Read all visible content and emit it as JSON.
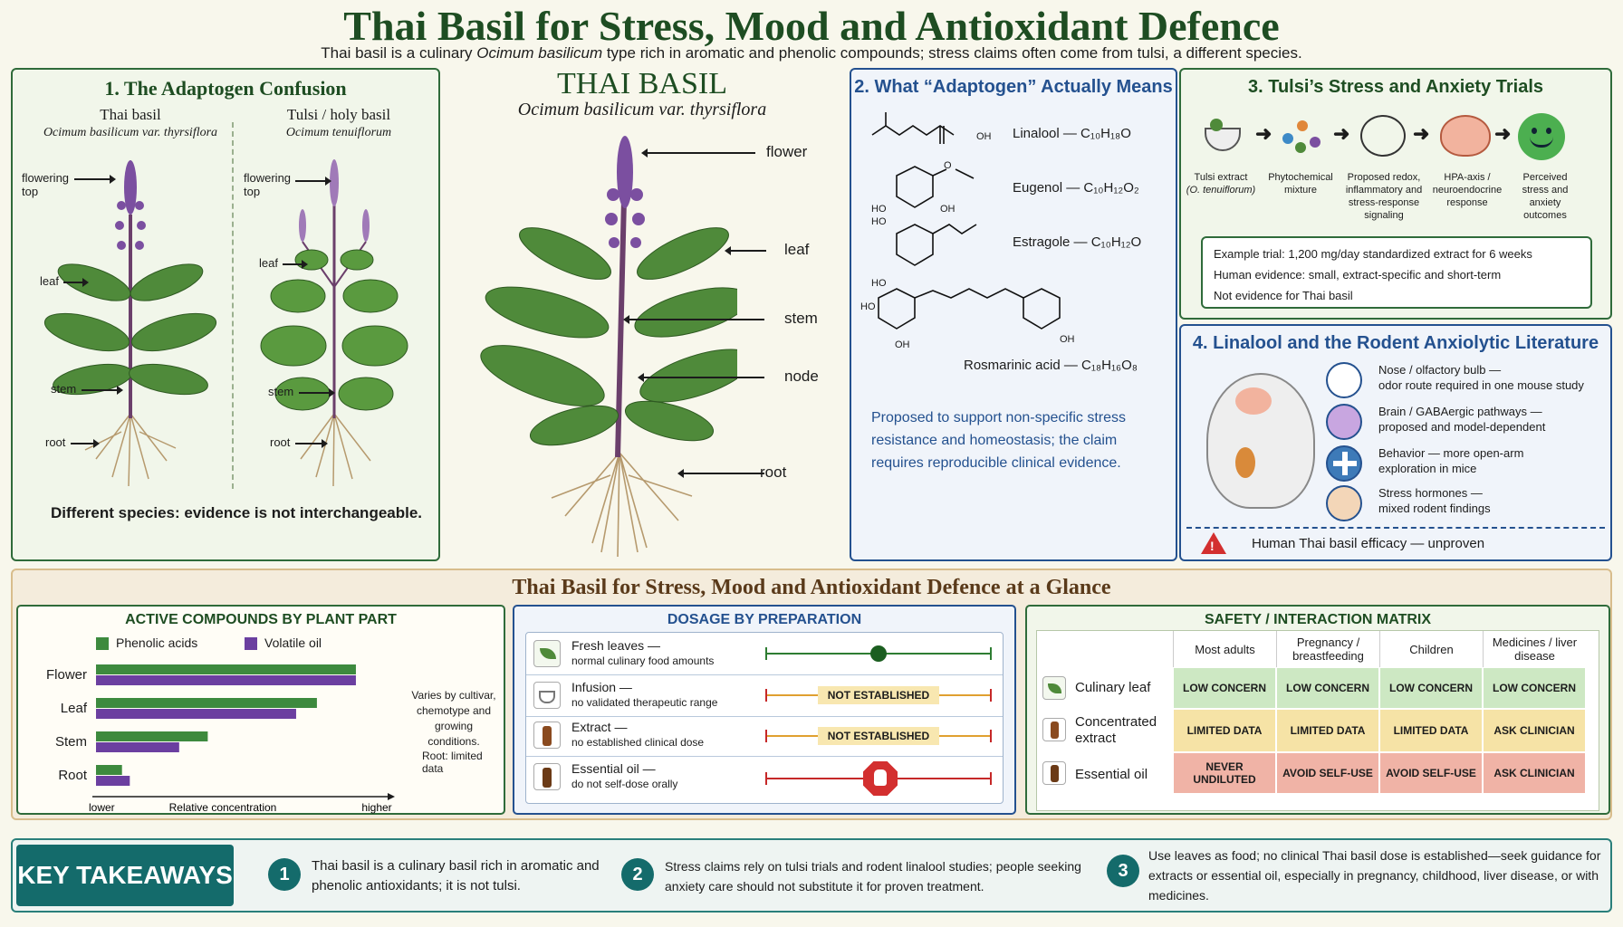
{
  "header": {
    "title": "Thai Basil for Stress, Mood and Antioxidant Defence",
    "subtitle_a": "Thai basil is a culinary ",
    "subtitle_b": "Ocimum basilicum",
    "subtitle_c": " type rich in aromatic and phenolic compounds; stress claims often come from tulsi, a different species."
  },
  "section1": {
    "title": "1. The Adaptogen Confusion",
    "left_name": "Thai basil",
    "left_latin": "Ocimum basilicum var. thyrsiflora",
    "right_name": "Tulsi / holy basil",
    "right_latin": "Ocimum tenuiflorum",
    "labels": {
      "flowering_top": "flowering\ntop",
      "leaf": "leaf",
      "stem": "stem",
      "root": "root"
    },
    "note": "Different species: evidence is not interchangeable."
  },
  "center": {
    "title": "THAI BASIL",
    "latin": "Ocimum basilicum var. thyrsiflora",
    "labels": {
      "flower": "flower",
      "leaf": "leaf",
      "stem": "stem",
      "node": "node",
      "root": "root"
    }
  },
  "section2": {
    "title": "2. What “Adaptogen” Actually Means",
    "compounds": [
      {
        "name": "Linalool — C₁₀H₁₈O"
      },
      {
        "name": "Eugenol — C₁₀H₁₂O₂"
      },
      {
        "name": "Estragole — C₁₀H₁₂O"
      },
      {
        "name": "Rosmarinic acid — C₁₈H₁₆O₈"
      }
    ],
    "atoms": {
      "oh": "OH",
      "ho": "HO",
      "o": "O"
    },
    "note": "Proposed to support non-specific stress resistance and homeostasis; the claim requires reproducible clinical evidence."
  },
  "section3": {
    "title": "3. Tulsi’s Stress and Anxiety Trials",
    "steps": [
      {
        "label": "Tulsi extract",
        "sub": "(O. tenuiflorum)"
      },
      {
        "label": "Phytochemical mixture",
        "sub": ""
      },
      {
        "label": "Proposed redox, inflammatory and stress-response signaling",
        "sub": ""
      },
      {
        "label": "HPA-axis / neuroendocrine response",
        "sub": ""
      },
      {
        "label": "Perceived stress and anxiety outcomes",
        "sub": ""
      }
    ],
    "box": [
      "Example trial: 1,200 mg/day standardized extract for 6 weeks",
      "Human evidence: small, extract-specific and short-term",
      "Not evidence for Thai basil"
    ]
  },
  "section4": {
    "title": "4. Linalool and the Rodent Anxiolytic Literature",
    "items": [
      {
        "head": "Nose / olfactory bulb —",
        "sub": "odor route required in one mouse study"
      },
      {
        "head": "Brain / GABAergic pathways —",
        "sub": "proposed and model-dependent"
      },
      {
        "head": "Behavior — more open-arm",
        "sub": "exploration in mice"
      },
      {
        "head": "Stress hormones —",
        "sub": "mixed rodent findings"
      }
    ],
    "warning": "Human Thai basil efficacy — unproven"
  },
  "glance": {
    "title": "Thai Basil for Stress, Mood and Antioxidant Defence at a Glance"
  },
  "compounds_chart": {
    "title": "ACTIVE COMPOUNDS BY PLANT PART",
    "note1": "Varies by cultivar, chemotype and growing conditions.",
    "note2": "Root: limited data",
    "axis_low": "lower",
    "axis_mid": "Relative concentration",
    "axis_high": "higher"
  },
  "chart_data": {
    "type": "bar",
    "title": "ACTIVE COMPOUNDS BY PLANT PART",
    "categories": [
      "Flower",
      "Leaf",
      "Stem",
      "Root"
    ],
    "series": [
      {
        "name": "Phenolic acids",
        "color": "#3d8a3e",
        "values": [
          1.0,
          0.85,
          0.43,
          0.1
        ]
      },
      {
        "name": "Volatile oil",
        "color": "#6b3fa0",
        "values": [
          1.0,
          0.77,
          0.32,
          0.13
        ]
      }
    ],
    "xlabel": "Relative concentration",
    "xlim": [
      0,
      1.15
    ]
  },
  "dosage": {
    "title": "DOSAGE BY PREPARATION",
    "rows": [
      {
        "head": "Fresh leaves —",
        "sub": "normal culinary food amounts",
        "status": "",
        "color": "#2e7d32",
        "icon": "leaf-icon"
      },
      {
        "head": "Infusion —",
        "sub": "no validated therapeutic range",
        "status": "NOT ESTABLISHED",
        "color": "#e0a030",
        "icon": "cup-icon"
      },
      {
        "head": "Extract —",
        "sub": "no established clinical dose",
        "status": "NOT ESTABLISHED",
        "color": "#e0a030",
        "icon": "bottle-icon"
      },
      {
        "head": "Essential oil —",
        "sub": "do not self-dose orally",
        "status": "",
        "color": "#c62828",
        "icon": "stop-hand-icon"
      }
    ]
  },
  "safety": {
    "title": "SAFETY / INTERACTION MATRIX",
    "columns": [
      "Most adults",
      "Pregnancy / breastfeeding",
      "Children",
      "Medicines / liver disease"
    ],
    "rows": [
      {
        "label": "Culinary leaf",
        "cells": [
          "LOW CONCERN",
          "LOW CONCERN",
          "LOW CONCERN",
          "LOW CONCERN"
        ],
        "color": "#cde8c3"
      },
      {
        "label": "Concentrated extract",
        "cells": [
          "LIMITED DATA",
          "LIMITED DATA",
          "LIMITED DATA",
          "ASK CLINICIAN"
        ],
        "color": "#f6e3a6"
      },
      {
        "label": "Essential oil",
        "cells": [
          "NEVER UNDILUTED",
          "AVOID SELF-USE",
          "AVOID SELF-USE",
          "ASK CLINICIAN"
        ],
        "color": "#f0b3a6"
      }
    ]
  },
  "takeaways": {
    "label": "KEY TAKEAWAYS",
    "items": [
      {
        "num": "1",
        "text": "Thai basil is a culinary basil rich in aromatic and phenolic antioxidants; it is not tulsi."
      },
      {
        "num": "2",
        "text": "Stress claims rely on tulsi trials and rodent linalool studies; people seeking anxiety care should not substitute it for proven treatment."
      },
      {
        "num": "3",
        "text": "Use leaves as food; no clinical Thai basil dose is established—seek guidance for extracts or essential oil, especially in pregnancy, childhood, liver disease, or with medicines."
      }
    ]
  }
}
